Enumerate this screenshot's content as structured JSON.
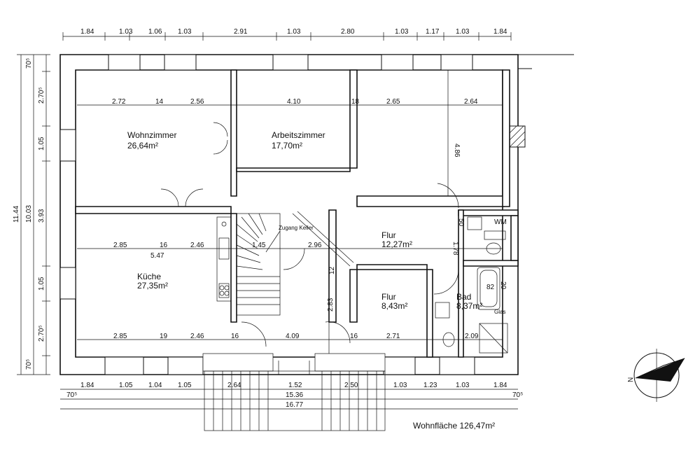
{
  "rooms": [
    {
      "name": "Wohnzimmer",
      "area": "26,64m²"
    },
    {
      "name": "Arbeitszimmer",
      "area": "17,70m²"
    },
    {
      "name": "Küche",
      "area": "27,35m²"
    },
    {
      "name": "Flur",
      "area": "12,27m²"
    },
    {
      "name": "Flur",
      "area": "8,43m²"
    },
    {
      "name": "Bad",
      "area": "8,37m²"
    },
    {
      "name": "WM",
      "area": ""
    }
  ],
  "labels": {
    "zugang_keller": "Zugang Keller",
    "glas": "Glas",
    "wohnflaeche": "Wohnfläche 126,47m²",
    "north": "N"
  },
  "dims_top": [
    "1.84",
    "1.03",
    "1.06",
    "1.03",
    "2.91",
    "1.03",
    "2.80",
    "1.03",
    "1.17",
    "1.03",
    "1.84"
  ],
  "dims_bottom_1": [
    "1.84",
    "1.05",
    "1.04",
    "1.05",
    "2.64",
    "1.52",
    "2.50",
    "1.03",
    "1.23",
    "1.03",
    "1.84"
  ],
  "dims_bottom_2": [
    "70⁵",
    "15.36",
    "70⁵"
  ],
  "dims_bottom_3": "16.77",
  "dims_left_outer": [
    "70⁵",
    "2.70⁵",
    "1.05",
    "3.93",
    "1.05",
    "2.70⁵",
    "70⁵"
  ],
  "dims_left_total": "11.44",
  "dims_left_inner": "10.03",
  "inner_dims": {
    "wohn_a": "2.72",
    "wohn_b": "14",
    "wohn_c": "2.56",
    "arb_a": "4.10",
    "arb_b": "18",
    "r3_a": "2.65",
    "r3_b": "2.64",
    "r3_h": "4.86",
    "k_a": "2.85",
    "k_b": "16",
    "k_c": "2.46",
    "k_mid": "5.47",
    "st_a": "1.45",
    "st_b": "2.96",
    "k2_a": "2.85",
    "k2_b": "19",
    "k2_c": "2.46",
    "k2_d": "16",
    "f_a": "4.09",
    "f_b": "16",
    "f_c": "2.71",
    "flur_h": "2.83",
    "flur_w": "12",
    "bad_a": "82",
    "bad_b": "2.09",
    "bad_c": "1.78",
    "wm_a": "50",
    "wm_b": "20"
  }
}
